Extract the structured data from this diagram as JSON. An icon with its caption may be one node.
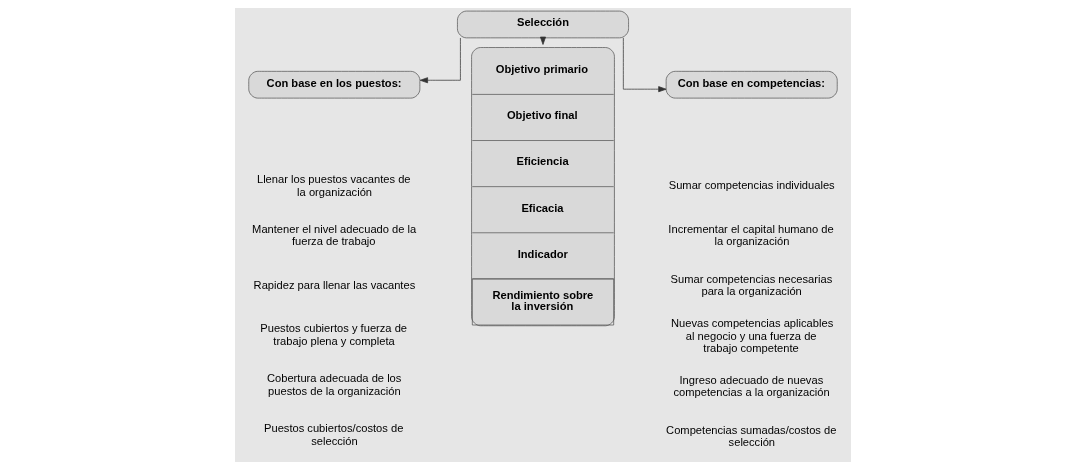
{
  "diagram": {
    "nodes": [
      {
        "text": [
          "Selección"
        ]
      },
      {
        "text": [
          "Con base en los puestos:"
        ]
      },
      {
        "text": [
          "Objetivo primario",
          "Objetivo final",
          "Eficiencia",
          "Eficacia",
          "Indicador",
          "Rendimiento sobre la inversión"
        ]
      },
      {
        "text": [
          "Con base en competencias:"
        ]
      }
    ],
    "edges": [
      {
        "from": 0,
        "to": 1,
        "arrow": "to"
      },
      {
        "from": 0,
        "to": 2,
        "arrow": "to"
      },
      {
        "from": 0,
        "to": 3,
        "arrow": "to"
      }
    ],
    "labels": [
      "Llenar los puestos vacantes de la organización",
      "Sumar competencias individuales",
      "Mantener el nivel adecuado de la fuerza de trabajo",
      "Incrementar el capital humano de la organización",
      "Rapidez para llenar las vacantes",
      "Sumar competencias necesarias para la organización",
      "Puestos cubiertos y fuerza de trabajo plena y completa",
      "Nuevas competencias aplicables al negocio y una fuerza de trabajo competente",
      "Cobertura adecuada de los puestos de la organización",
      "Ingreso adecuado de nuevas competencias a la organización",
      "Puestos cubiertos/costos de selección",
      "Competencias sumadas/costos de selección"
    ]
  }
}
